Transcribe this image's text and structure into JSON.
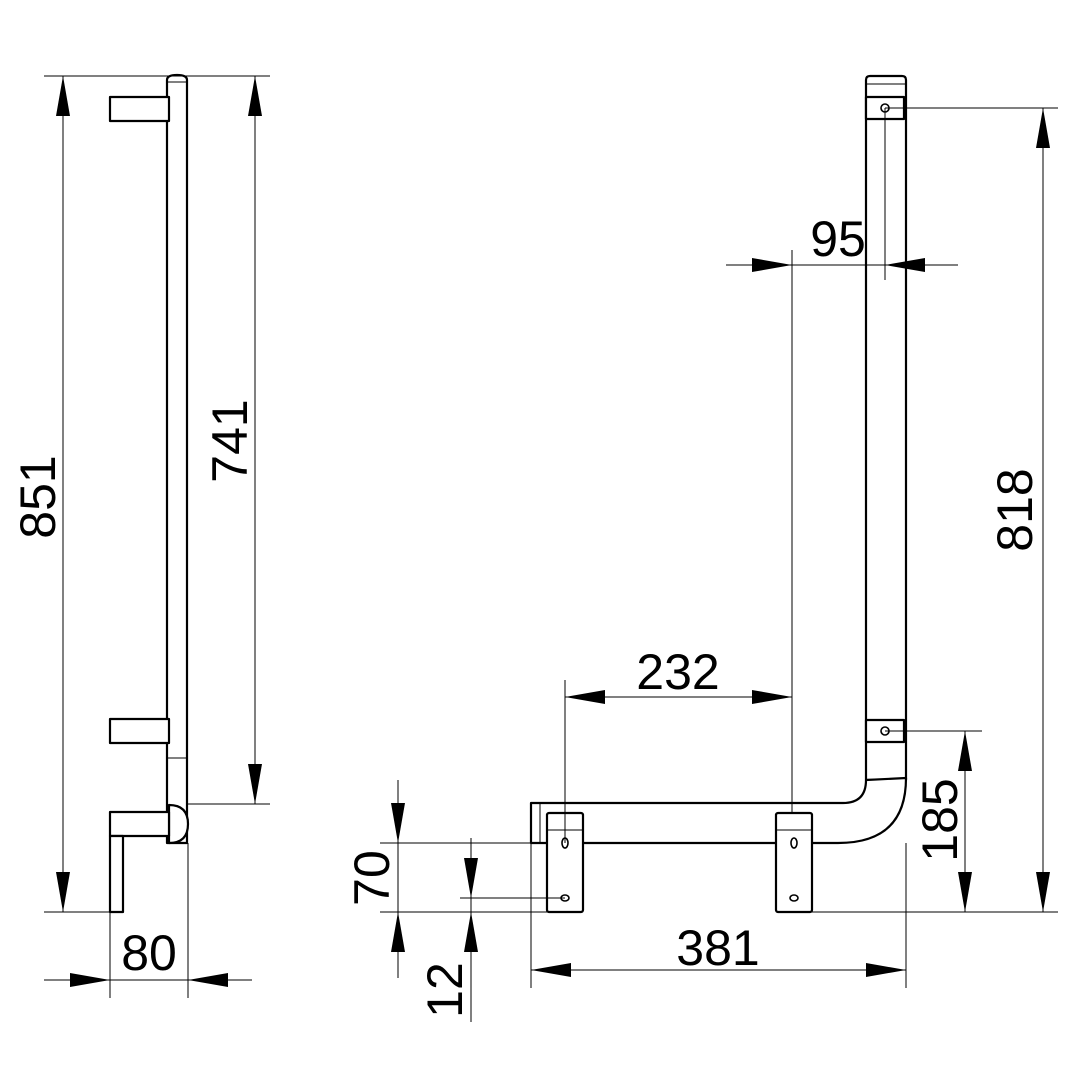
{
  "dimensions": {
    "side_total_height": "851",
    "side_bracket_span": "741",
    "side_depth": "80",
    "front_hole_spacing_vertical": "818",
    "front_pipe_offset": "95",
    "front_foot_spacing": "232",
    "front_foot_hole_spacing": "70",
    "front_foot_hole_edge": "12",
    "front_lower_hole_height": "185",
    "front_total_width": "381"
  }
}
